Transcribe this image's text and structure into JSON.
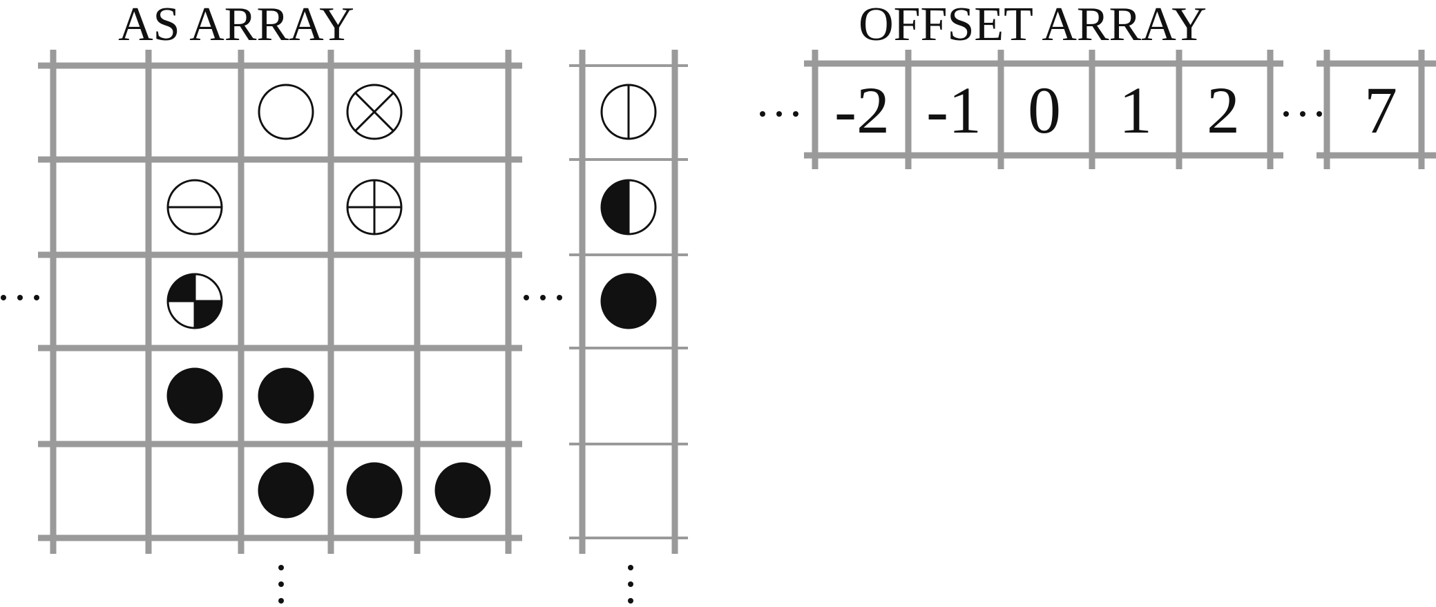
{
  "titles": {
    "as_array": "AS ARRAY",
    "offset_array": "OFFSET ARRAY"
  },
  "offset_cells": [
    "-2",
    "-1",
    "0",
    "1",
    "2",
    "7"
  ],
  "grid_cells": [
    {
      "row": 0,
      "col": 2,
      "symbol": "empty-circle"
    },
    {
      "row": 0,
      "col": 3,
      "symbol": "circle-x"
    },
    {
      "row": 1,
      "col": 1,
      "symbol": "circle-horizontal-line"
    },
    {
      "row": 1,
      "col": 3,
      "symbol": "circle-plus"
    },
    {
      "row": 2,
      "col": 1,
      "symbol": "circle-quarters-filled"
    },
    {
      "row": 3,
      "col": 1,
      "symbol": "filled-circle"
    },
    {
      "row": 3,
      "col": 2,
      "symbol": "filled-circle"
    },
    {
      "row": 4,
      "col": 2,
      "symbol": "filled-circle"
    },
    {
      "row": 4,
      "col": 3,
      "symbol": "filled-circle"
    },
    {
      "row": 4,
      "col": 4,
      "symbol": "filled-circle"
    }
  ],
  "column_cells": [
    {
      "row": 0,
      "symbol": "circle-vertical-line"
    },
    {
      "row": 1,
      "symbol": "circle-left-half-filled"
    },
    {
      "row": 2,
      "symbol": "filled-circle"
    }
  ],
  "colors": {
    "grid": "#9a9a9a",
    "ink": "#111111"
  }
}
